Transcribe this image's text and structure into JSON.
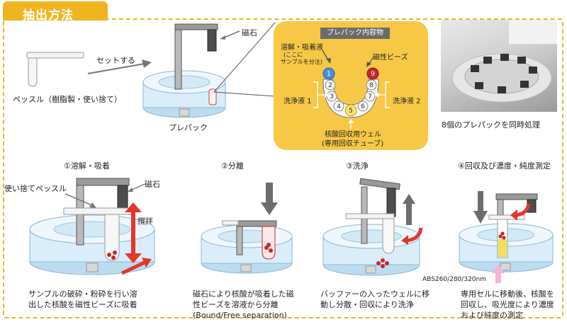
{
  "header": {
    "title": "抽出方法"
  },
  "top": {
    "pestle_label": "ペッスル（樹脂製・使い捨て）",
    "set_label": "セットする",
    "magnet_label": "磁石",
    "prepack_label": "プレパック"
  },
  "panel": {
    "title": "プレパック内容物",
    "lysis_label": "溶解・吸着液",
    "lysis_note_1": "(ここに",
    "lysis_note_2": "サンプルを分注)",
    "beads_label": "磁性ビーズ",
    "wash1_label": "洗浄液 1",
    "wash2_label": "洗浄液 2",
    "recovery_label": "核酸回収用ウェル",
    "recovery_note": "(専用回収チューブ)",
    "well_numbers": [
      "1",
      "2",
      "3",
      "4",
      "5",
      "6",
      "7",
      "8",
      "9"
    ]
  },
  "photo": {
    "caption": "8個のプレパックを同時処理"
  },
  "steps": [
    {
      "title": "①溶解・吸着",
      "desc": "サンプルの破砕・粉砕を行い溶出した核酸を磁性ビーズに吸着"
    },
    {
      "title": "②分離",
      "desc": "磁石により核酸が吸着した磁性ビーズを溶液から分離(Bound/Free separation)"
    },
    {
      "title": "③洗浄",
      "desc": "バッファーの入ったウェルに移動し分散・回収により洗浄"
    },
    {
      "title": "④回収及び濃度・純度測定",
      "desc": "専用セルに移動後、核酸を回収し、吸光度により濃度および純度の測定"
    }
  ],
  "step1": {
    "pestle_label": "使い捨てペッスル",
    "magnet_label": "磁石",
    "stir_label": "撹拌"
  },
  "step4": {
    "abs_label": "ABS260/280/320nm"
  },
  "colors": {
    "accent": "#f0b51e",
    "panel": "#f6c845",
    "tray": "#cfe8f6",
    "arrow_red": "#e2382b",
    "arrow_gray": "#6d6d6d"
  },
  "icons": [
    "magnet-icon",
    "arrow-right-icon",
    "arrow-down-icon",
    "arrow-up-icon",
    "stir-arrow-icon",
    "tube-icon"
  ]
}
